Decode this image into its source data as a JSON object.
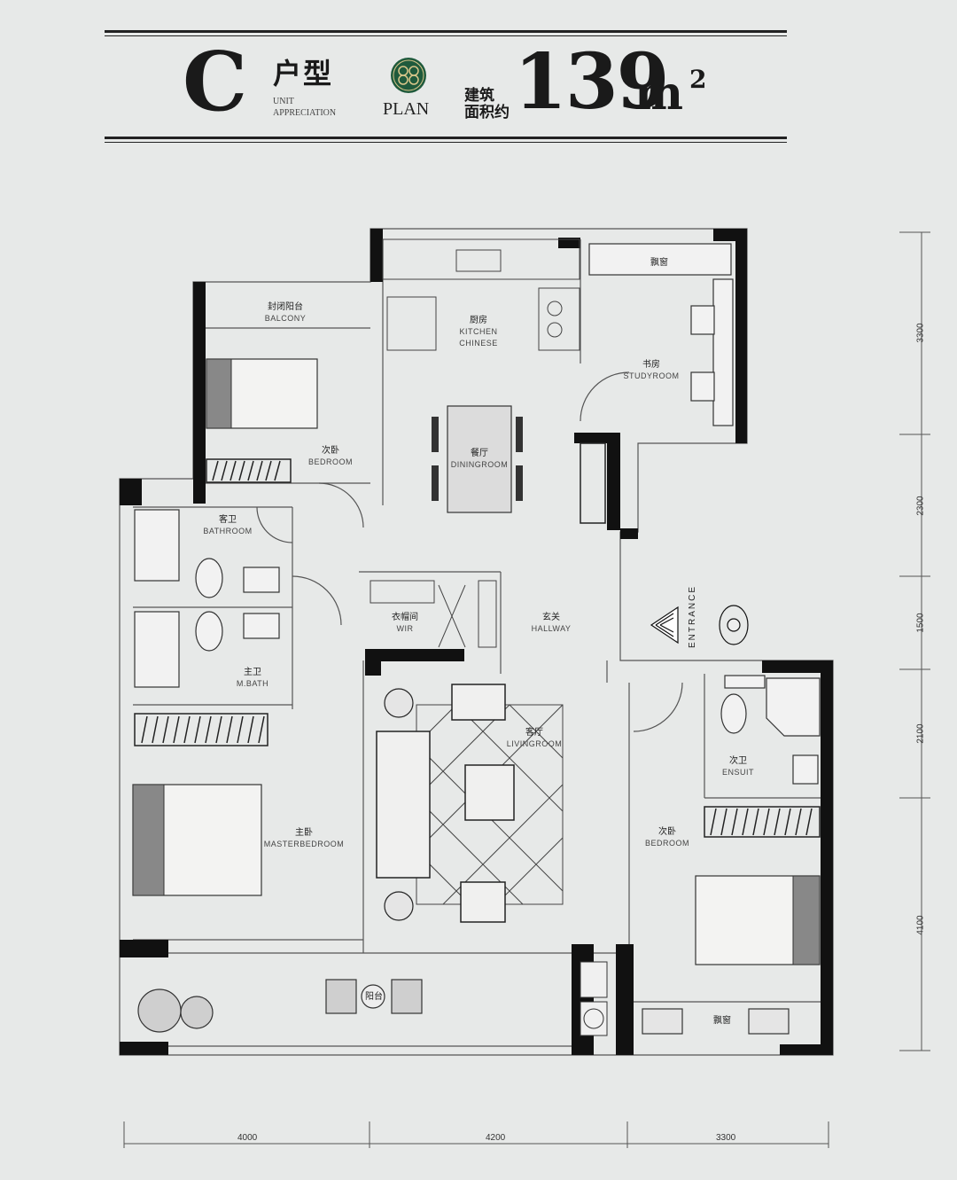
{
  "header": {
    "unit_letter": "C",
    "unit_type": "户型",
    "unit_sub_1": "UNIT",
    "unit_sub_2": "APPRECIATION",
    "plan_label": "PLAN",
    "area_label_1": "建筑",
    "area_label_2": "面积约",
    "area_value": "139",
    "area_unit": "m",
    "area_sup": "2"
  },
  "rooms": {
    "balcony": {
      "cn": "封闭阳台",
      "en": "BALCONY"
    },
    "kitchen": {
      "cn": "厨房",
      "en1": "KITCHEN",
      "en2": "CHINESE"
    },
    "bay_window_top": {
      "cn": "飘窗"
    },
    "study": {
      "cn": "书房",
      "en": "STUDYROOM"
    },
    "bedroom_nw": {
      "cn": "次卧",
      "en": "BEDROOM"
    },
    "dining": {
      "cn": "餐厅",
      "en": "DININGROOM"
    },
    "bathroom": {
      "cn": "客卫",
      "en": "BATHROOM"
    },
    "wir": {
      "cn": "衣帽间",
      "en": "WIR"
    },
    "hallway": {
      "cn": "玄关",
      "en": "HALLWAY"
    },
    "mbath": {
      "cn": "主卫",
      "en": "M.BATH"
    },
    "living": {
      "cn": "客厅",
      "en": "LIVINGROOM"
    },
    "ensuite": {
      "cn": "次卫",
      "en": "ENSUIT"
    },
    "master": {
      "cn": "主卧",
      "en": "MASTERBEDROOM"
    },
    "bedroom_se": {
      "cn": "次卧",
      "en": "BEDROOM"
    },
    "balcony_s": {
      "cn": "阳台"
    },
    "bay_window_bottom": {
      "cn": "飘窗"
    }
  },
  "entrance": "ENTRANCE",
  "dimensions": {
    "right": [
      "3300",
      "2300",
      "1500",
      "2100",
      "4100"
    ],
    "bottom": [
      "4000",
      "4200",
      "3300"
    ]
  }
}
